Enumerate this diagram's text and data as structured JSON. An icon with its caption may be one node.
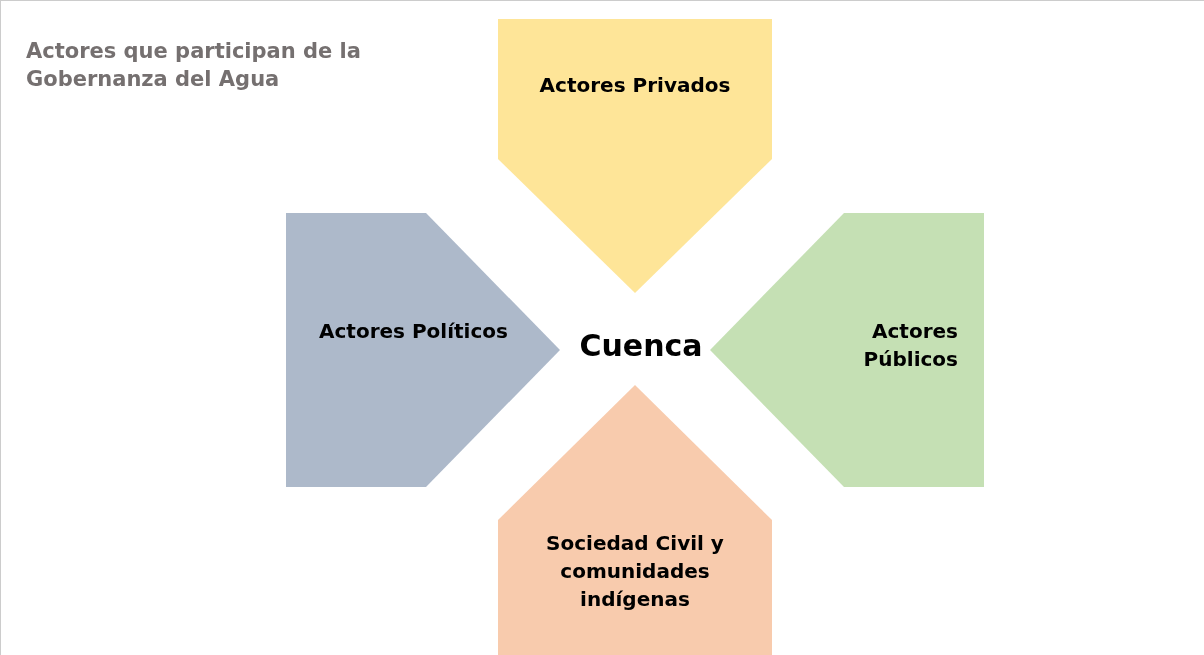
{
  "diagram": {
    "title": "Actores que participan de la Gobernanza del Agua",
    "nodes": [
      {
        "text": [
          "Actores Privados"
        ]
      },
      {
        "text": [
          "Actores Políticos"
        ]
      },
      {
        "text": [
          "Cuenca"
        ]
      },
      {
        "text": [
          "Actores Públicos"
        ]
      },
      {
        "text": [
          "Sociedad Civil y comunidades indígenas"
        ]
      }
    ],
    "edges": []
  }
}
